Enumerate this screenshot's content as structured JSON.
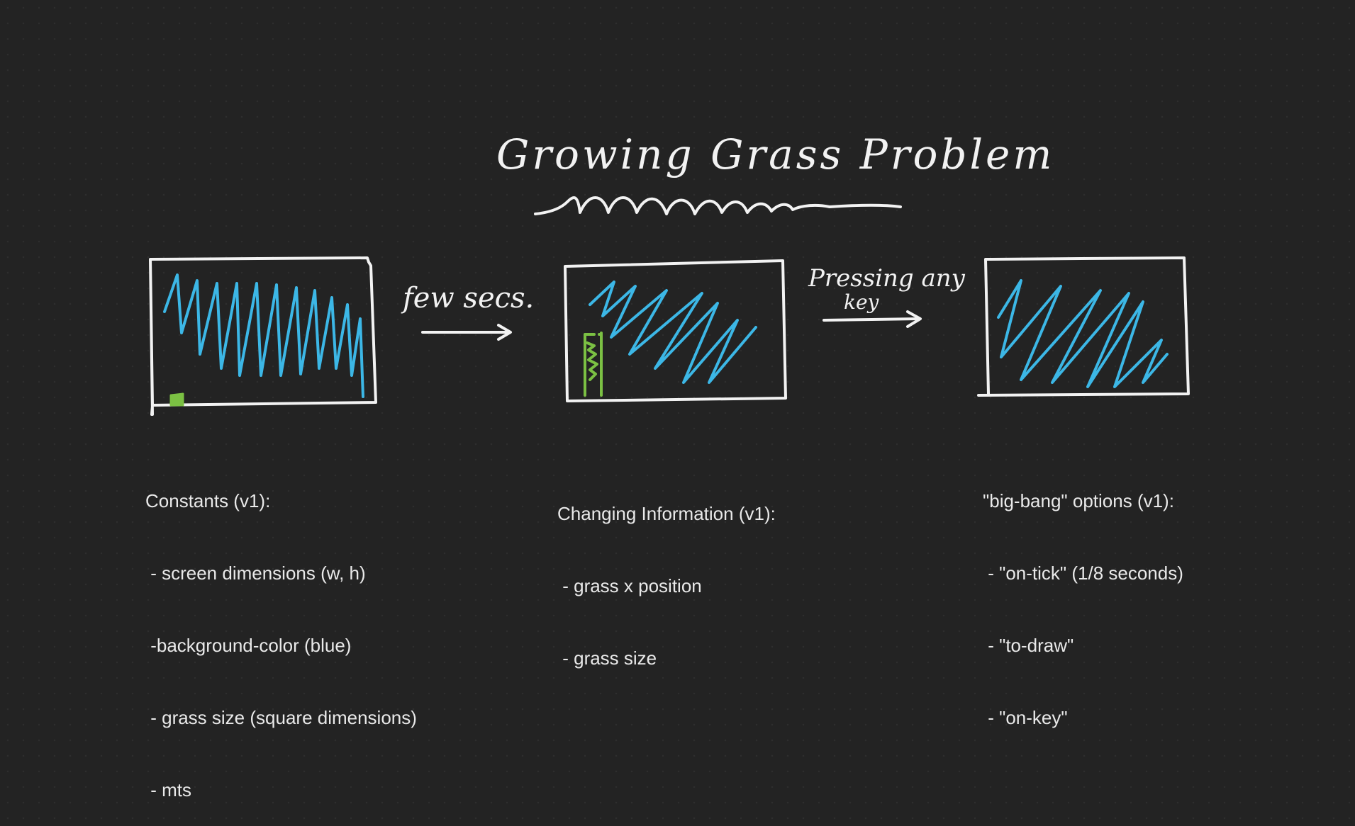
{
  "title": "Growing Grass Problem",
  "arrows": {
    "first_label": "few secs.",
    "second_label_line1": "Pressing any",
    "second_label_line2": "key"
  },
  "colors": {
    "background": "#232323",
    "ink": "#f2f2f2",
    "sky_scribble": "#3cb7e6",
    "grass": "#7bc043"
  },
  "constants": {
    "heading": "Constants (v1):",
    "items": [
      " - screen dimensions (w, h)",
      " -background-color (blue)",
      " - grass size (square dimensions)",
      " - mts"
    ]
  },
  "changing": {
    "heading": "Changing Information (v1):",
    "items": [
      " - grass x position",
      " - grass size"
    ]
  },
  "bigbang": {
    "heading": "\"big-bang\" options (v1):",
    "items": [
      " - \"on-tick\" (1/8 seconds)",
      " - \"to-draw\"",
      " - \"on-key\""
    ]
  }
}
